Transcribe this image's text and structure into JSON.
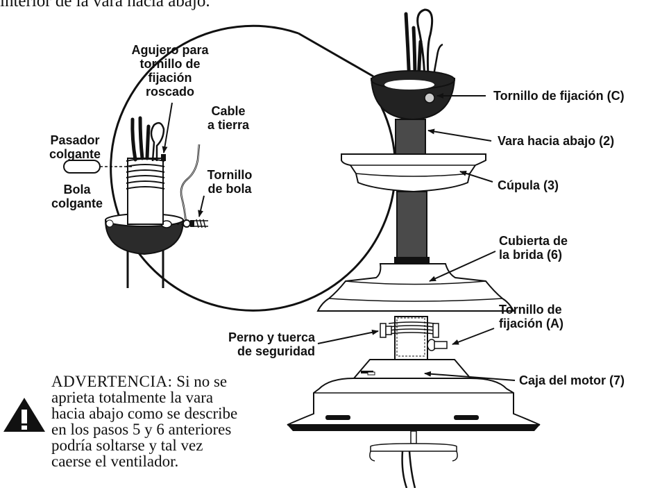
{
  "intro_text": "interior de la vara hacia abajo.",
  "inset": {
    "hole_label": [
      "Agujero para",
      "tornillo de",
      "fijación",
      "roscado"
    ],
    "ground_wire_label": [
      "Cable",
      "a tierra"
    ],
    "hanger_pin_label": [
      "Pasador",
      "colgante"
    ],
    "ball_screw_label": [
      "Tornillo",
      "de bola"
    ],
    "hanger_ball_label": [
      "Bola",
      "colgante"
    ]
  },
  "callouts": {
    "set_screw_c": "Tornillo de fijación (C)",
    "downrod": "Vara hacia abajo (2)",
    "canopy": "Cúpula (3)",
    "flange_cover": [
      "Cubierta de",
      "la brida (6)"
    ],
    "set_screw_a": [
      "Tornillo de",
      "fijación (A)"
    ],
    "bolt_nut": [
      "Perno y tuerca",
      "de seguridad"
    ],
    "motor_housing": "Caja del motor (7)"
  },
  "warning": {
    "title": "ADVERTENCIA:",
    "text": "Si no se aprieta totalmente la vara hacia abajo como se describe en los pasos 5 y 6 anteriores podría soltarse y tal vez caerse el ventilador."
  }
}
